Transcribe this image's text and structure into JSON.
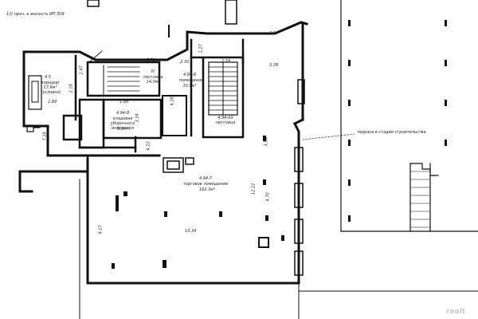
{
  "header": {
    "top_note": "1/2 проч. в жилость ИП 509"
  },
  "rooms": [
    {
      "id": "4-5",
      "name": "коридор",
      "area": "17.9м²",
      "extra": "(условно)",
      "num": "4.5"
    },
    {
      "id": "IV",
      "name": "лестница",
      "area": "14.3м²",
      "num": "IV"
    },
    {
      "id": "4-6",
      "name": "помещение",
      "area": "10.9м²",
      "num": "4.94-8"
    },
    {
      "id": "4-9",
      "name": "кладовая уборочного инвентаря",
      "area": "5.3м²",
      "num": "4.94-9"
    },
    {
      "id": "4-XX",
      "name": "лестница",
      "area": "",
      "num": "4.94-XX"
    },
    {
      "id": "4-7",
      "name": "торговое помещение",
      "area": "162.3м²",
      "num": "4.94-7"
    }
  ],
  "dimensions": {
    "d1": "2.94",
    "d2": "5.79",
    "d3": "2.30",
    "d4": "2.19",
    "d5": "3.38",
    "d6": "2.47",
    "d7": "2.19",
    "d8": "2.99",
    "d9": "1.99",
    "d10": "3.54",
    "d11": "4.70",
    "d12": "12.22",
    "d13": "9.17",
    "d14": "13.34",
    "d15": "7.18",
    "d16": "1.27",
    "d17": "6.22",
    "d18": "3.54",
    "d19": "4.18"
  },
  "annotations": {
    "terrace": "терраса в стадии строительства"
  },
  "watermark": "realt"
}
